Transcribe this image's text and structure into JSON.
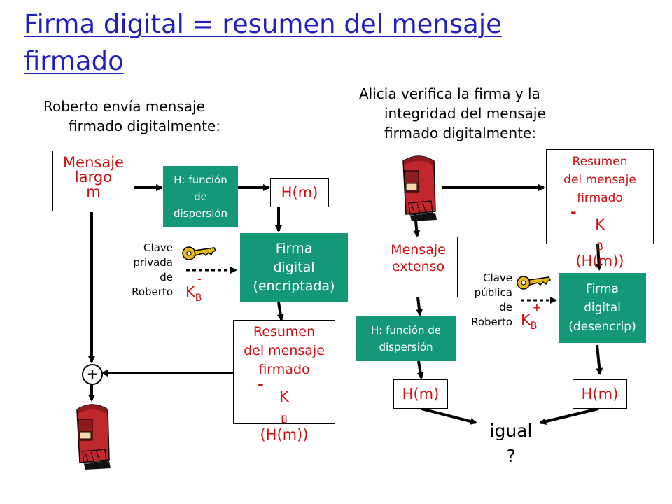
{
  "title": "Firma digital = resumen del mensaje firmado",
  "left": {
    "intro": [
      "Roberto envía mensaje",
      "firmado digitalmente:"
    ],
    "message_box": [
      "Mensaje",
      "largo",
      "m"
    ],
    "hash_box": [
      "H: función",
      "de",
      "dispersión"
    ],
    "hash_result": "H(m)",
    "sign_box": [
      "Firma",
      "digital",
      "(encriptada)"
    ],
    "key_label": [
      "Clave",
      "privada",
      "de",
      "Roberto"
    ],
    "key_symbol": "K",
    "key_sub": "B",
    "key_sup": "-",
    "digest_box": [
      "Resumen",
      "del mensaje",
      "firmado"
    ],
    "digest_formula": {
      "k": "K",
      "sub": "B",
      "sup": "-",
      "rest": "(H(m))"
    },
    "plus": "+"
  },
  "right": {
    "intro": [
      "Alicia verifica la firma y la",
      "integridad del mensaje",
      "firmado digitalmente:"
    ],
    "digest_box": [
      "Resumen",
      "del mensaje",
      "firmado"
    ],
    "digest_formula": {
      "k": "K",
      "sub": "B",
      "sup": "-",
      "rest": "(H(m))"
    },
    "message_box": [
      "Mensaje",
      "extenso"
    ],
    "hash_box": [
      "H: función de",
      "dispersión"
    ],
    "key_label": [
      "Clave",
      "pública",
      "de",
      "Roberto"
    ],
    "key_symbol": "K",
    "key_sub": "B",
    "key_sup": "+",
    "verify_box": [
      "Firma",
      "digital",
      "(desencrip)"
    ],
    "hash_result_left": "H(m)",
    "hash_result_right": "H(m)",
    "equal_question": [
      "igual",
      "?"
    ]
  },
  "colors": {
    "title": "#1f1fbf",
    "red_text": "#d01010",
    "green_box": "#159878",
    "mailbox": "#c0282d",
    "key": "#e8b81a"
  },
  "icons": [
    "mailbox-icon",
    "key-icon"
  ]
}
